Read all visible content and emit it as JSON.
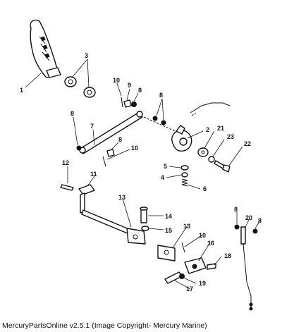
{
  "caption": "MercuryPartsOnline v2.5.1 (Image Copyright- Mercury Marine)",
  "callouts": {
    "c1": "1",
    "c2": "2",
    "c3": "3",
    "c4": "4",
    "c5": "5",
    "c6": "6",
    "c7": "7",
    "c8a": "8",
    "c8b": "8",
    "c8c": "8",
    "c8d": "8",
    "c8e": "8",
    "c8f": "8",
    "c9": "9",
    "c10a": "10",
    "c10b": "10",
    "c10c": "10",
    "c11": "11",
    "c12": "12",
    "c13a": "13",
    "c13b": "13",
    "c14": "14",
    "c15": "15",
    "c16": "16",
    "c17": "17",
    "c18": "18",
    "c19": "19",
    "c20": "20",
    "c21": "21",
    "c22": "22",
    "c23": "23"
  }
}
